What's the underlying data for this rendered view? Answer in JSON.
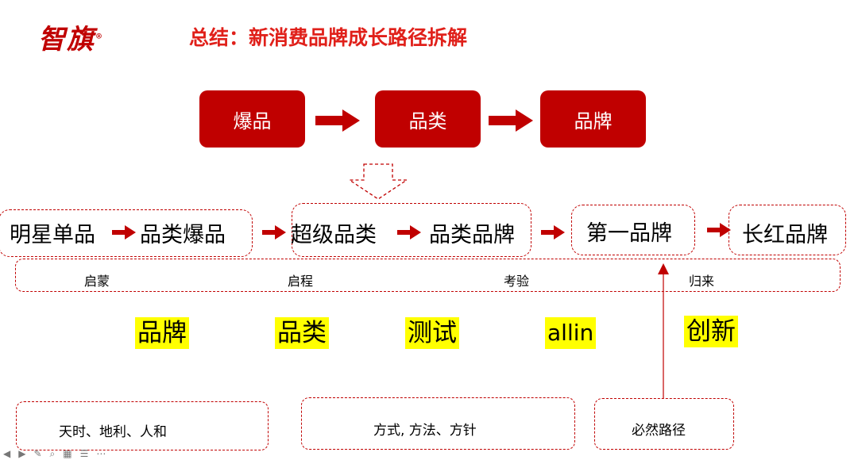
{
  "logo": {
    "text": "智旗",
    "mark": "®"
  },
  "title": "总结：新消费品牌成长路径拆解",
  "top_flow": [
    "爆品",
    "品类",
    "品牌"
  ],
  "path": {
    "group1": {
      "a": "明星单品",
      "b": "品类爆品"
    },
    "group2": {
      "a": "超级品类",
      "b": "品类品牌"
    },
    "group3": "第一品牌",
    "group4": "长红品牌"
  },
  "stages": [
    "启蒙",
    "启程",
    "考验",
    "归来"
  ],
  "highlights": [
    "品牌",
    "品类",
    "测试",
    "allin",
    "创新"
  ],
  "bottom_boxes": [
    "天时、地利、人和",
    "方式, 方法、方针",
    "必然路径"
  ],
  "colors": {
    "accent": "#c00000",
    "title": "#e0201a",
    "highlight": "#ffff00"
  }
}
